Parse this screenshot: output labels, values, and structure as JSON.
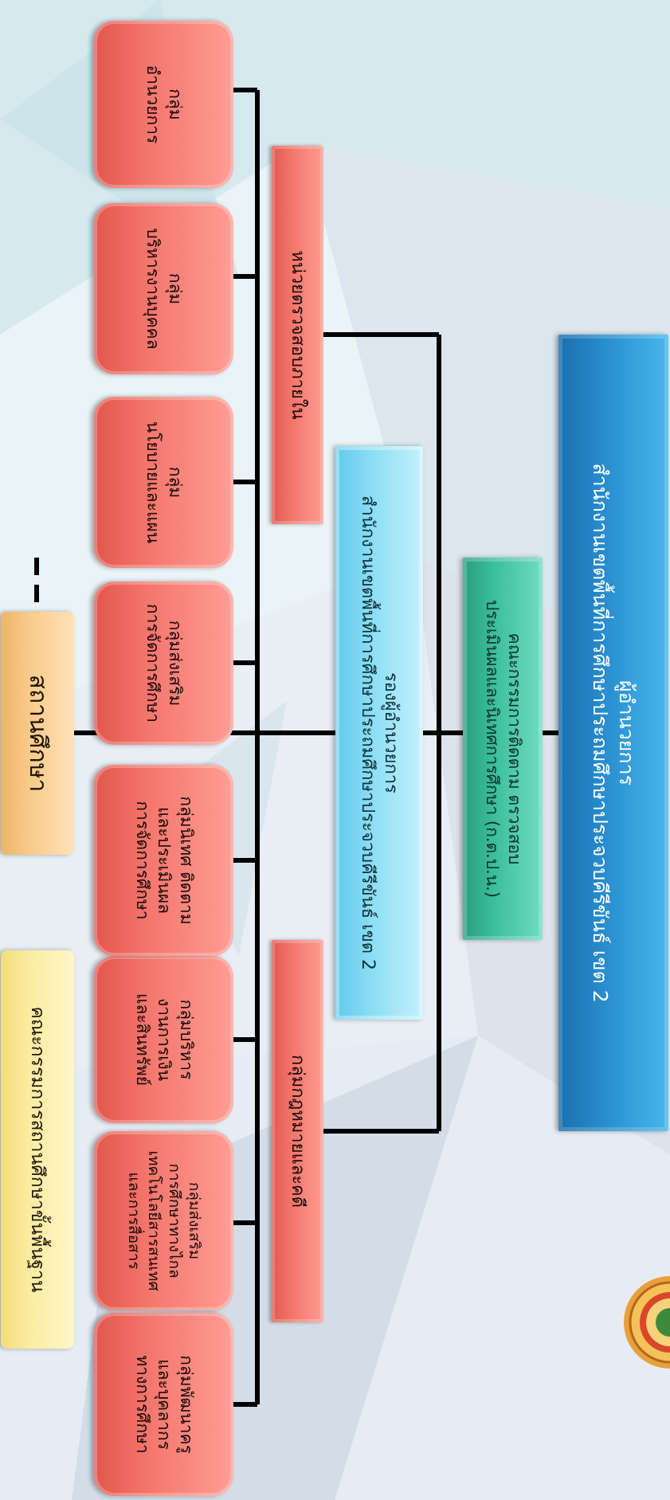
{
  "director": {
    "title": "ผู้อำนวยการ",
    "office": "สำนักงานเขตพื้นที่การศึกษาประถมศึกษาประจวบคีรีขันธ์ เขต 2"
  },
  "committee": {
    "line1": "คณะกรรมการติดตาม ตรวจสอบ",
    "line2": "ประเมินผลและนิเทศการศึกษา (ก.ต.ป.น.)"
  },
  "deputy": {
    "title": "รองผู้อำนวยการ",
    "office": "สำนักงานเขตพื้นที่การศึกษาประถมศึกษาประจวบคีรีขันธ์ เขต 2"
  },
  "legal_group": "กลุ่มกฎหมายและคดี",
  "internal_audit": "หน่วยตรวจสอบภายใน",
  "groups": [
    {
      "lines": [
        "กลุ่มพัฒนาครู",
        "และบุคลากร",
        "ทางการศึกษา"
      ]
    },
    {
      "lines": [
        "กลุ่มส่งเสริม",
        "การศึกษาทางไกล",
        "เทคโนโลยีสารสนเทศ",
        "และการสื่อสาร"
      ]
    },
    {
      "lines": [
        "กลุ่มบริหาร",
        "งานการเงิน",
        "และสินทรัพย์"
      ]
    },
    {
      "lines": [
        "กลุ่มนิเทศ ติดตาม",
        "และประเมินผล",
        "การจัดการศึกษา"
      ]
    },
    {
      "lines": [
        "กลุ่มส่งเสริม",
        "การจัดการศึกษา"
      ]
    },
    {
      "lines": [
        "กลุ่ม",
        "นโยบายและแผน"
      ]
    },
    {
      "lines": [
        "กลุ่ม",
        "บริหารงานบุคคล"
      ]
    },
    {
      "lines": [
        "กลุ่ม",
        "อำนวยการ"
      ]
    }
  ],
  "schools": "สถานศึกษา",
  "basic_committee": "คณะกรรมการสถานศึกษาขั้นพื้นฐาน",
  "colors": {
    "director": "#2a8fd0",
    "committee": "#3cbf9c",
    "deputy": "#8fdff5",
    "group": "#f4776d",
    "schools": "#f9cb8a",
    "basic_committee": "#fbeca1",
    "connector": "#000000"
  },
  "icons": {
    "logo": "emblem-seal-icon"
  }
}
